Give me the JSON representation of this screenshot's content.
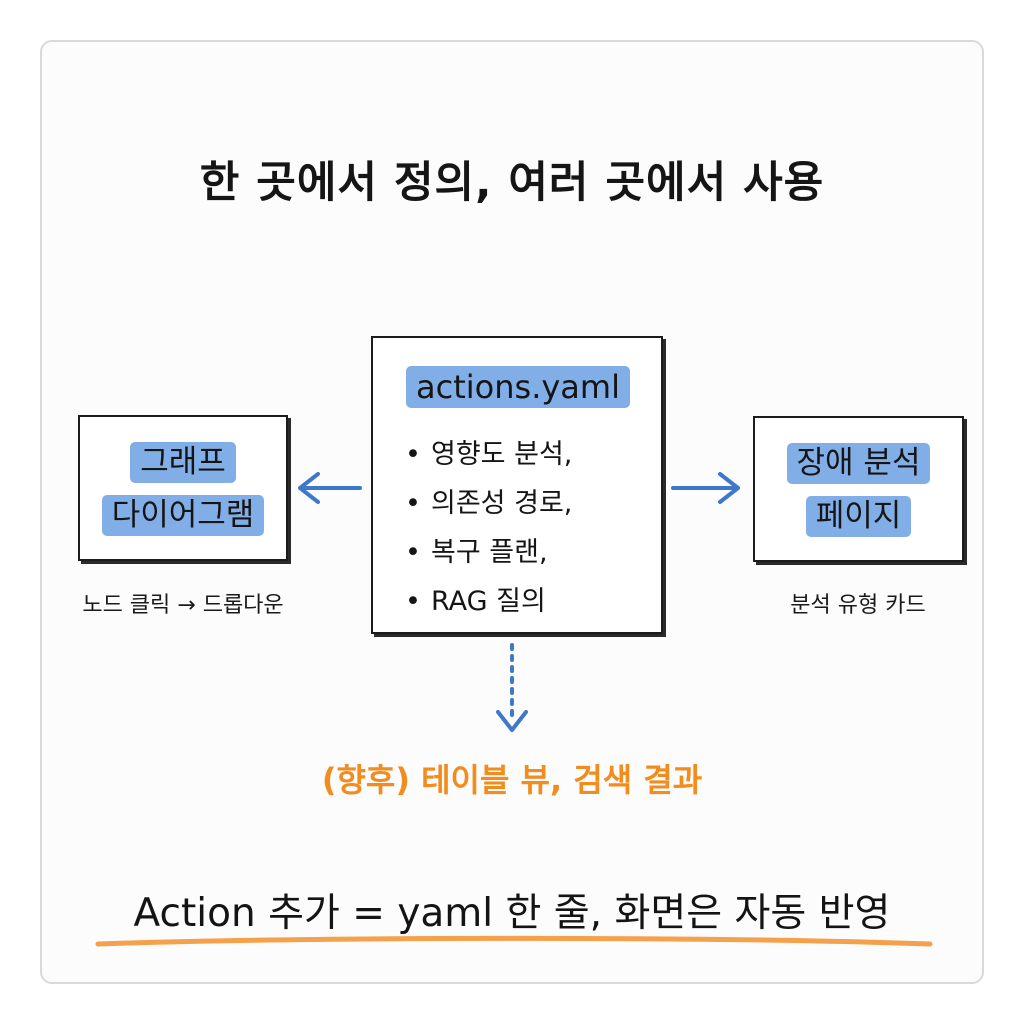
{
  "title": "한 곳에서 정의, 여러 곳에서 사용",
  "left_box": {
    "line1": "그래프",
    "line2": "다이어그램",
    "caption": "노드 클릭 → 드롭다운"
  },
  "center_box": {
    "title": "actions.yaml",
    "bullets": [
      "영향도 분석,",
      "의존성 경로,",
      "복구 플랜,",
      "RAG 질의"
    ]
  },
  "right_box": {
    "line1": "장애 분석",
    "line2": "페이지",
    "caption": "분석 유형 카드"
  },
  "future_note": "(향후) 테이블 뷰, 검색 결과",
  "bottom_line": "Action 추가 = yaml 한 줄, 화면은 자동 반영",
  "colors": {
    "highlight": "#82aee8",
    "arrow": "#3d78c9",
    "future": "#f28c1c",
    "underline": "#f5a04a"
  }
}
